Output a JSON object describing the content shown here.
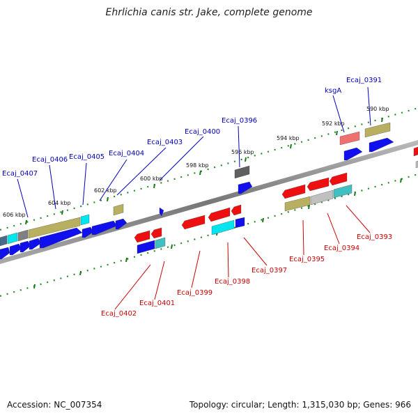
{
  "title": "Ehrlichia canis str. Jake, complete genome",
  "footer": {
    "accession": "Accession: NC_007354",
    "topology": "Topology: circular; Length: 1,315,030 bp; Genes: 966"
  },
  "colors": {
    "forward_label": "#0000bb",
    "reverse_label": "#cc0000",
    "tick_dots": "#2a8a2a",
    "backbone": "#888888"
  },
  "ticks": [
    "590 kbp",
    "592 kbp",
    "594 kbp",
    "596 kbp",
    "598 kbp",
    "600 kbp",
    "602 kbp",
    "604 kbp",
    "606 kbp"
  ],
  "genes_top": [
    "Ecaj_0391",
    "ksgA",
    "Ecaj_0396",
    "Ecaj_0400",
    "Ecaj_0403",
    "Ecaj_0404",
    "Ecaj_0405",
    "Ecaj_0406",
    "Ecaj_0407"
  ],
  "genes_bottom": [
    "Ecaj_0393",
    "Ecaj_0394",
    "Ecaj_0395",
    "Ecaj_0397",
    "Ecaj_0398",
    "Ecaj_0399",
    "Ecaj_0401",
    "Ecaj_0402"
  ]
}
